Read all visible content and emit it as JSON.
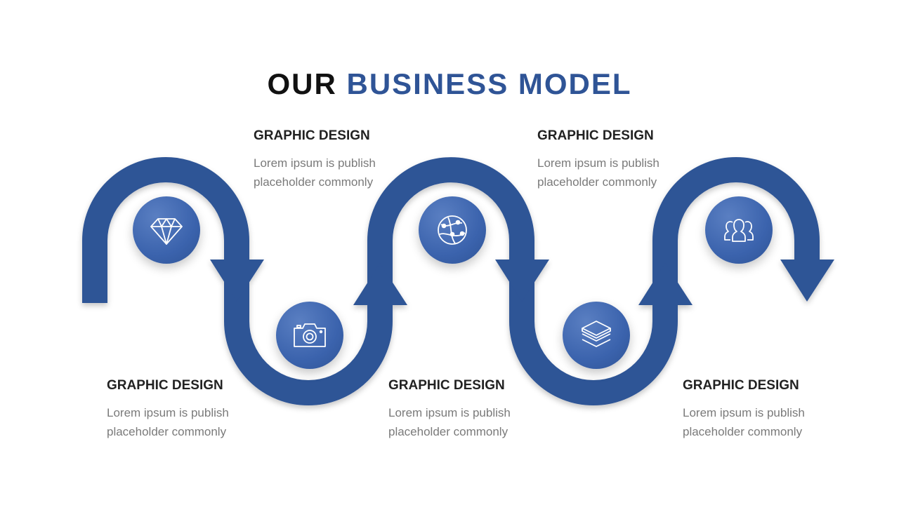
{
  "title": {
    "part1": "OUR",
    "part2": "BUSINESS MODEL"
  },
  "colors": {
    "accent": "#2f5496",
    "heading": "#222222",
    "body": "#7a7a7a"
  },
  "steps": [
    {
      "heading": "GRAPHIC DESIGN",
      "line1": "Lorem ipsum is publish",
      "line2": "placeholder commonly",
      "icon": "diamond-icon"
    },
    {
      "heading": "GRAPHIC DESIGN",
      "line1": "Lorem ipsum is publish",
      "line2": "placeholder commonly",
      "icon": "camera-icon"
    },
    {
      "heading": "GRAPHIC DESIGN",
      "line1": "Lorem ipsum is publish",
      "line2": "placeholder commonly",
      "icon": "globe-network-icon"
    },
    {
      "heading": "GRAPHIC DESIGN",
      "line1": "Lorem ipsum is publish",
      "line2": "placeholder commonly",
      "icon": "layers-icon"
    },
    {
      "heading": "GRAPHIC DESIGN",
      "line1": "Lorem ipsum is publish",
      "line2": "placeholder commonly",
      "icon": "team-icon"
    }
  ]
}
